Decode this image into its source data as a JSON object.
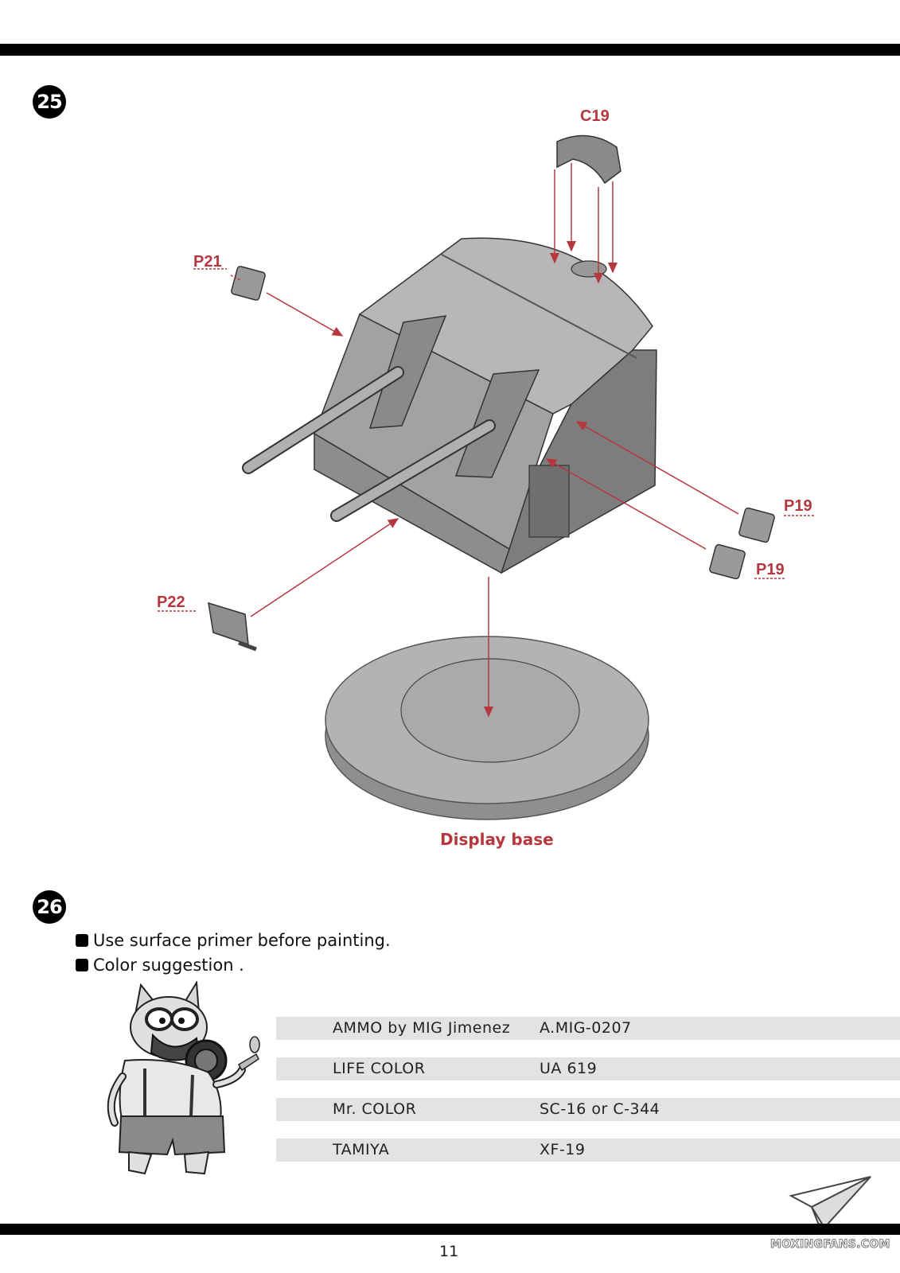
{
  "steps": {
    "step25": {
      "number": "25"
    },
    "step26": {
      "number": "26"
    }
  },
  "parts": {
    "c19": "C19",
    "p21": "P21",
    "p19_upper": "P19",
    "p19_lower": "P19",
    "p22": "P22",
    "display_base": "Display base"
  },
  "notes": [
    "Use surface primer before painting.",
    "Color suggestion ."
  ],
  "color_table": [
    {
      "brand": "AMMO by MIG Jimenez",
      "code": "A.MIG-0207"
    },
    {
      "brand": "LIFE  COLOR",
      "code": "UA 619"
    },
    {
      "brand": "Mr. COLOR",
      "code": "SC-16  or  C-344"
    },
    {
      "brand": "TAMIYA",
      "code": "XF-19"
    }
  ],
  "footer": {
    "page_number": "11",
    "watermark": "MOXINGFANS.COM"
  },
  "colors": {
    "accent_red": "#b5383f",
    "part_gray": "#a9a9a9",
    "table_row": "#e3e3e3"
  }
}
